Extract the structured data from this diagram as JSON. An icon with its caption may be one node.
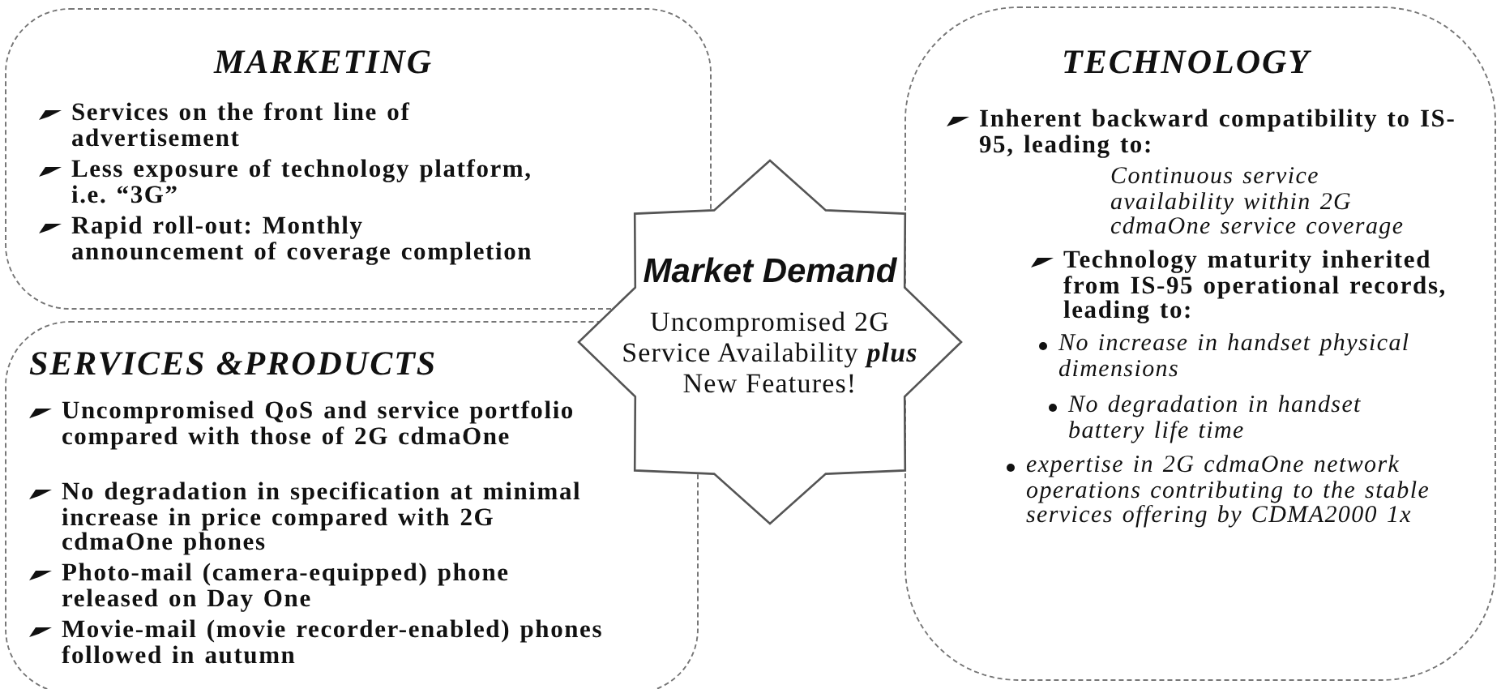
{
  "diagram": {
    "nodes": [
      {
        "text": [
          "MARKETING",
          "Services on the front line of advertisement",
          "Less exposure of technology platform, i.e. “3G”",
          "Rapid roll-out: Monthly announcement of coverage completion"
        ]
      },
      {
        "text": [
          "SERVICES &PRODUCTS",
          "Uncompromised QoS and service portfolio compared with those of 2G cdmaOne",
          "No degradation in specification at minimal increase in price compared with 2G cdmaOne phones",
          "Photo-mail (camera-equipped) phone released on Day One",
          "Movie-mail (movie recorder-enabled) phones followed in autumn"
        ]
      },
      {
        "text": [
          "TECHNOLOGY",
          "Inherent backward compatibility to IS-95, leading to:",
          "Continuous service availability within 2G cdmaOne service coverage",
          "Technology maturity inherited from IS-95 operational records, leading to:",
          "No increase in handset physical dimensions",
          "No degradation in handset battery life time",
          "expertise in 2G cdmaOne network operations contributing to the stable services offering by CDMA2000 1x"
        ]
      },
      {
        "text": [
          "Market Demand",
          "Uncompromised 2G Service Availability *plus* New Features!"
        ]
      }
    ]
  }
}
